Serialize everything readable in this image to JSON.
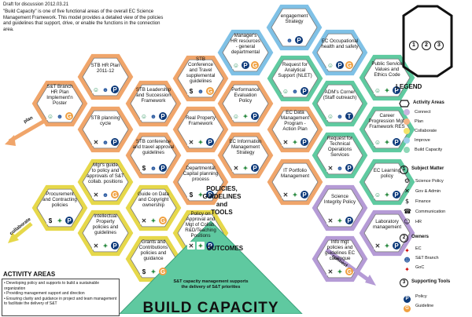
{
  "header": {
    "draft": "Draft for discussion 2012.03.21",
    "intro": "\"Build Capacity\" is one of five functional areas of the overall EC Science Management Framework. This model provides a detailed view of the policies and guidelines that support, drive, or enable the functions in the connection area."
  },
  "hexes": [
    {
      "id": "engagement",
      "lines": [
        "engagement",
        "Strategy"
      ]
    },
    {
      "id": "managers_hr",
      "lines": [
        "Manager's",
        "HR resources",
        "- general",
        "departmental"
      ]
    },
    {
      "id": "ec_ohs",
      "lines": [
        "EC Occupational",
        "health and safety"
      ]
    },
    {
      "id": "stb_hr_plan",
      "lines": [
        "STB HR Plan",
        "2011-12"
      ]
    },
    {
      "id": "stb_conf",
      "lines": [
        "STB",
        "Conference",
        "and Travel",
        "supplemental",
        "guidelines"
      ]
    },
    {
      "id": "nlet",
      "lines": [
        "Request for",
        "Analytical",
        "Support (NLET)"
      ]
    },
    {
      "id": "ps_values",
      "lines": [
        "Public Service",
        "Values and",
        "Ethics Code"
      ]
    },
    {
      "id": "stb_branch_hr",
      "lines": [
        "S&T Branch",
        "HR Plan",
        "Implement'n",
        "Poster"
      ]
    },
    {
      "id": "stb_leadership",
      "lines": [
        "STB Leadership",
        "and Succession",
        "Framework"
      ]
    },
    {
      "id": "perf_eval",
      "lines": [
        "Performance",
        "Evaluation",
        "Policy"
      ]
    },
    {
      "id": "adm_corner",
      "lines": [
        "ADM's Corner",
        "(Staff outreach)"
      ]
    },
    {
      "id": "stb_planning",
      "lines": [
        "STB planning",
        "cycle"
      ]
    },
    {
      "id": "real_property",
      "lines": [
        "Real Property",
        "Framework"
      ]
    },
    {
      "id": "ec_data",
      "lines": [
        "EC Data",
        "Management",
        "Program -",
        "Action Plan"
      ]
    },
    {
      "id": "career",
      "lines": [
        "Career",
        "Progression Mgt.",
        "Framework RES"
      ]
    },
    {
      "id": "stb_conf_travel",
      "lines": [
        "STB conference",
        "and travel approval",
        "guidelines"
      ]
    },
    {
      "id": "ec_info",
      "lines": [
        "EC Information",
        "Management",
        "Strategy"
      ]
    },
    {
      "id": "tech_ops",
      "lines": [
        "Request for",
        "Technical",
        "Operations",
        "Services"
      ]
    },
    {
      "id": "mgr_guide",
      "lines": [
        "Mgr's guide",
        "to policy and",
        "approvals of S&T",
        "collab. positions"
      ]
    },
    {
      "id": "dept_capital",
      "lines": [
        "Departmental",
        "Capital planning",
        "process"
      ]
    },
    {
      "id": "it_portfolio",
      "lines": [
        "IT Portfolio",
        "Management"
      ]
    },
    {
      "id": "ec_learning",
      "lines": [
        "EC Learning",
        "policy"
      ]
    },
    {
      "id": "procurement",
      "lines": [
        "Procurement",
        "and Contracting",
        "policies"
      ]
    },
    {
      "id": "guide_data",
      "lines": [
        "Guide on Data",
        "and Copyright",
        "ownership"
      ]
    },
    {
      "id": "ip_policies",
      "lines": [
        "Intellectual",
        "Property",
        "policies and",
        "guidelines"
      ]
    },
    {
      "id": "policy_approval",
      "lines": [
        "Policy on",
        "Approval and",
        "Mgt of Collab.",
        "R&D/Teaching",
        "Positions"
      ]
    },
    {
      "id": "sci_integrity",
      "lines": [
        "Science",
        "Integrity Policy"
      ]
    },
    {
      "id": "lab_mgmt",
      "lines": [
        "Laboratory",
        "management"
      ]
    },
    {
      "id": "grants",
      "lines": [
        "Grants and",
        "Contributions",
        "policies and",
        "guidance"
      ]
    },
    {
      "id": "info_mgt",
      "lines": [
        "Info mgt",
        "policies and",
        "guidelines EC",
        "catalogue"
      ]
    }
  ],
  "labels": {
    "policies": "POLICIES,\nGUIDELINES and\nTOOLS",
    "outcomes": "OUTCOMES",
    "pyramid_text": "S&T capacity management supports\nthe delivery of S&T priorities",
    "build_capacity": "BUILD CAPACITY",
    "plan": "plan",
    "collaborate": "collaborate",
    "connect": "connect"
  },
  "activity": {
    "title": "ACTIVITY AREAS",
    "items": [
      "• Developing policy and supports to build a sustainable organization",
      "• Providing management support and direction",
      "• Ensuring clarity and guidance in project and team management to facilitate the delivery of S&T"
    ]
  },
  "legend": {
    "title": "LEGEND",
    "badge_numbers": [
      "1",
      "2",
      "3"
    ],
    "activity_areas_title": "Activity Areas",
    "activity_areas": [
      {
        "label": "Connect",
        "color": "#c9b5e0"
      },
      {
        "label": "Plan",
        "color": "#f4b484"
      },
      {
        "label": "Collaborate",
        "color": "#f3e36a"
      },
      {
        "label": "Improve",
        "color": "#9fd0ec"
      },
      {
        "label": "Build Capacity",
        "color": "#8fd8b8"
      }
    ],
    "subject_title": "Subject Matter",
    "subjects": [
      "Science Policy",
      "Gov & Admin",
      "Finance",
      "Communication",
      "HR"
    ],
    "owners_title": "Owners",
    "owners": [
      "EC",
      "S&T Branch",
      "GoC"
    ],
    "tools_title": "Supporting Tools",
    "tools": [
      "Policy",
      "Guideline"
    ]
  },
  "colors": {
    "plan": "#f0a56a",
    "collaborate": "#e6d84a",
    "connect": "#b59bd6",
    "improve": "#7fc1e6",
    "build": "#5fcaa0",
    "hexfill": "#ffffff",
    "hexborder": "#555555"
  }
}
